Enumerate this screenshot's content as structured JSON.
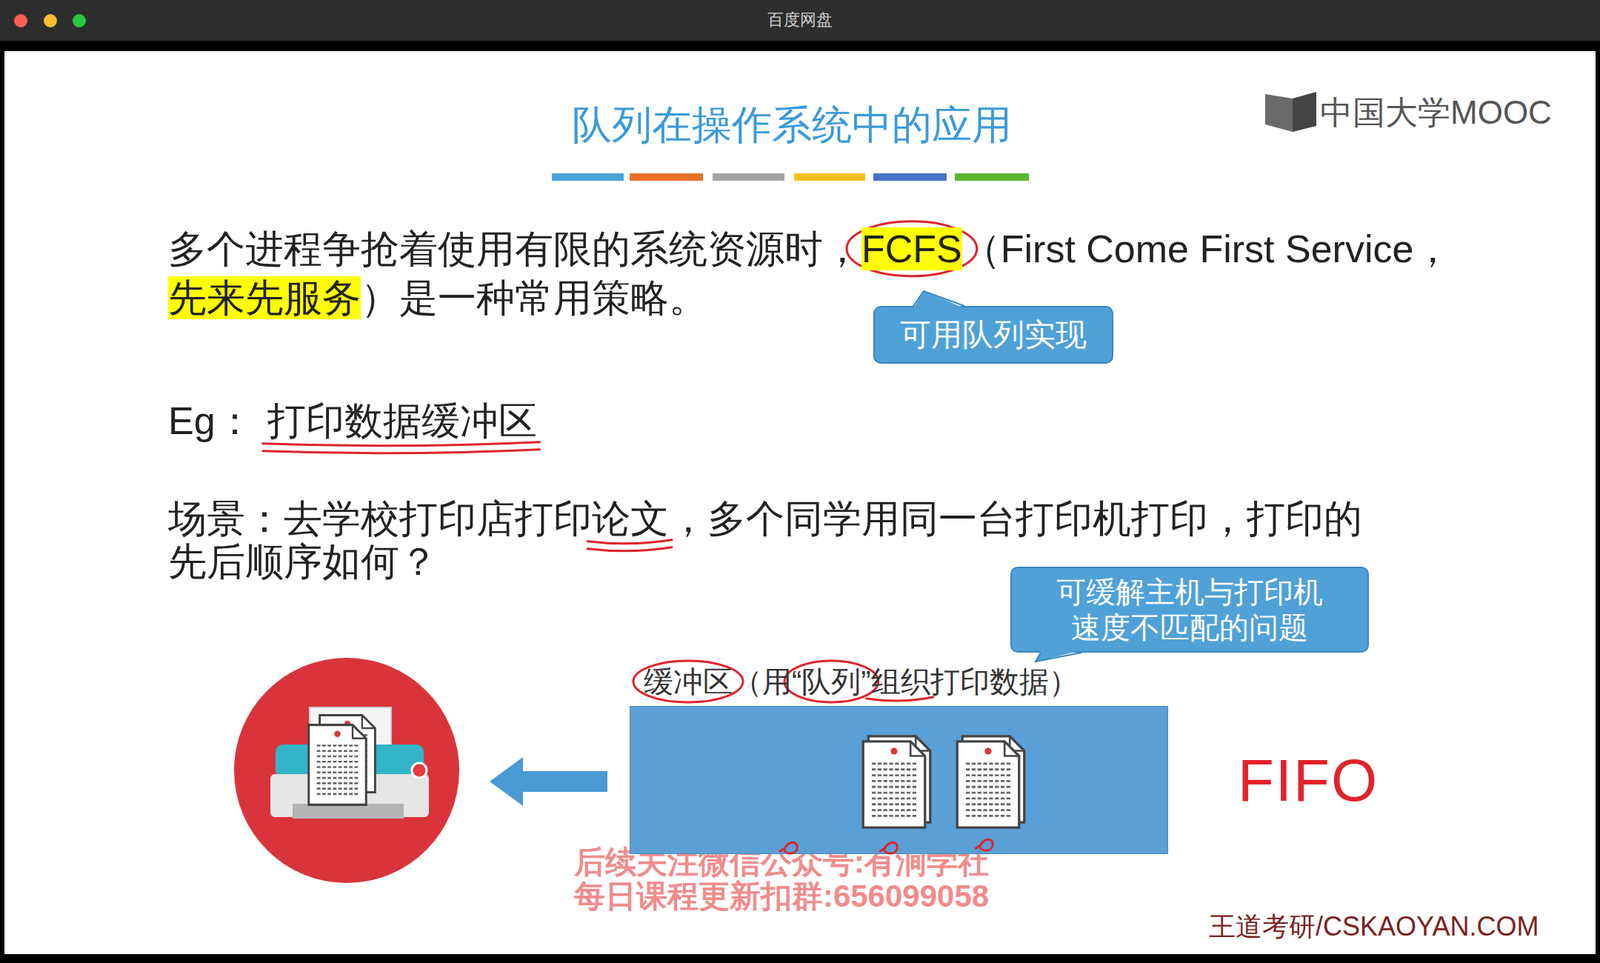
{
  "diagram": {
    "title": "队列在操作系统中的应用",
    "nodes": [
      {
        "text": [
          "可用队列实现"
        ]
      },
      {
        "text": [
          "可缓解主机与打印机 速度不匹配的问题"
        ]
      },
      {
        "text": [
          "缓冲区（用“队列”组织打印数据）"
        ]
      }
    ],
    "labels": [
      "百度网盘",
      "中国大学MOOC",
      "多个进程争抢着使用有限的系统资源时，",
      "FCFS",
      "（First Come First Service，",
      "先来先服务",
      "）是一种常用策略。",
      "Eg：",
      "打印数据缓冲区",
      "场景：去学校打印店打印",
      "论文",
      "，多个同学用同一台打印机打印，打印的",
      "先后顺序如何？",
      "FIFO",
      "后续关注微信公众号:有涧学社",
      "每日课程更新扣群:656099058",
      "王道考研/CSKAOYAN.COM"
    ]
  }
}
